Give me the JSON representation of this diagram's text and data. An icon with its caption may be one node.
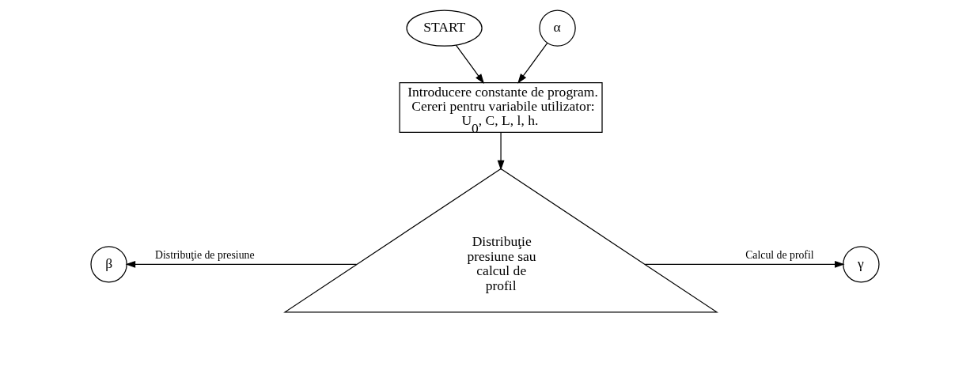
{
  "diagram": {
    "nodes": [
      {
        "text": [
          "START"
        ]
      },
      {
        "text": [
          "α"
        ]
      },
      {
        "text": [
          "Introducere constante de program. Cereri pentru variabile utilizator: U$_{0}$, C, L, l, h."
        ]
      },
      {
        "text": [
          "Distribuţie presiune sau calcul de profil"
        ]
      },
      {
        "text": [
          "β"
        ]
      },
      {
        "text": [
          "γ"
        ]
      }
    ],
    "edges": [
      {
        "from": 0,
        "to": 2,
        "arrow": "to"
      },
      {
        "from": 1,
        "to": 2,
        "arrow": "to"
      },
      {
        "from": 2,
        "to": 3,
        "arrow": "to"
      },
      {
        "from": 3,
        "to": 4,
        "arrow": "to",
        "label": "Distribuţie de presiune"
      },
      {
        "from": 3,
        "to": 5,
        "arrow": "to",
        "label": "Calcul de profil"
      }
    ]
  }
}
